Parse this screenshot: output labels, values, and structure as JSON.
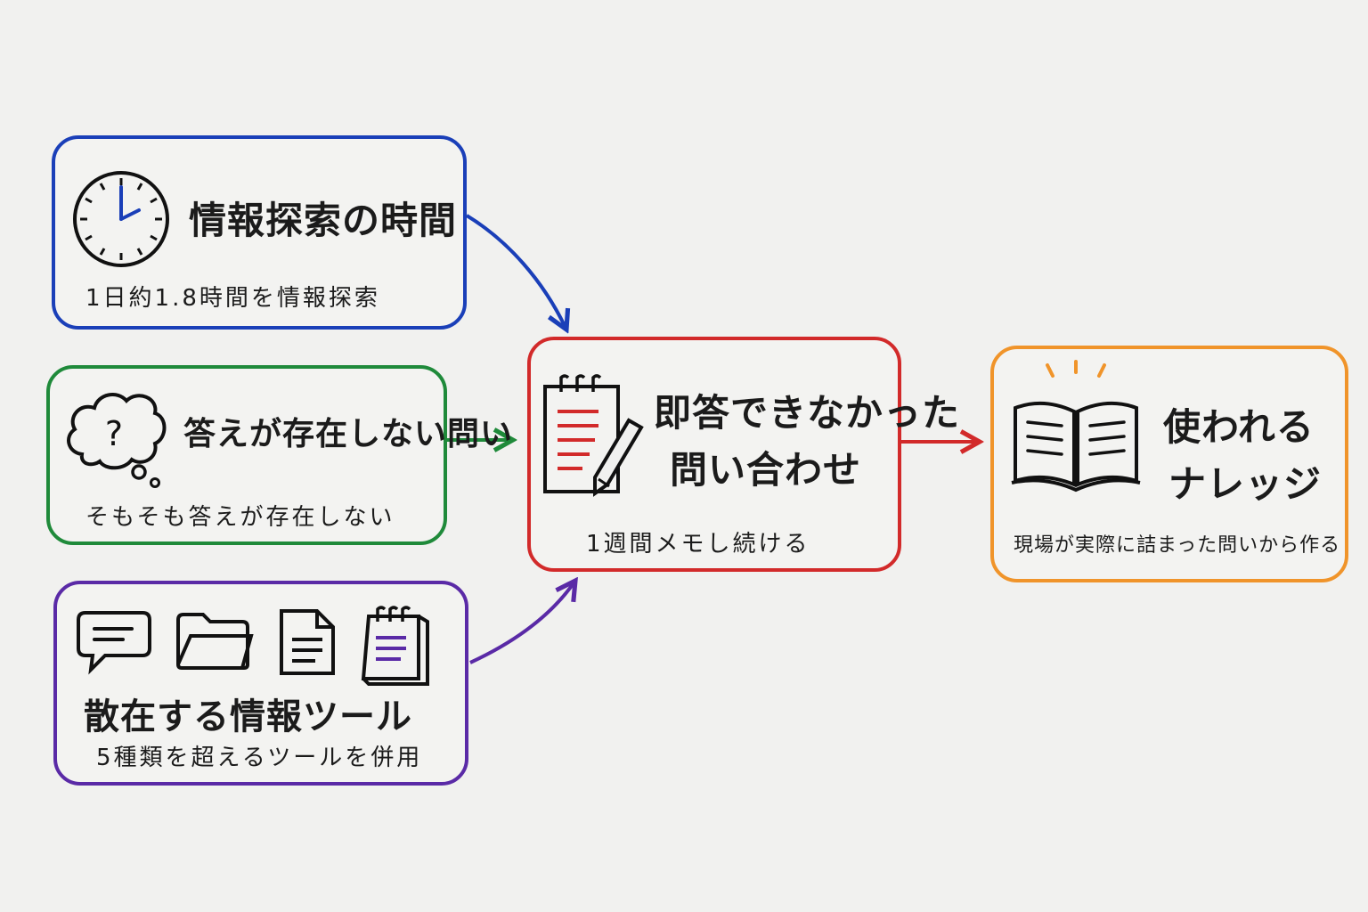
{
  "colors": {
    "blue": "#1a3fb8",
    "green": "#1f8a3a",
    "purple": "#5a2aa6",
    "red": "#d22a2a",
    "orange": "#f0942a"
  },
  "nodes": {
    "search_time": {
      "title": "情報探索の時間",
      "subtitle": "1日約1.8時間を情報探索",
      "icon": "clock-icon"
    },
    "no_answer": {
      "title": "答えが存在しない問い",
      "subtitle": "そもそも答えが存在しない",
      "icon": "thought-cloud-question-icon"
    },
    "scattered_tools": {
      "title": "散在する情報ツール",
      "subtitle": "5種類を超えるツールを併用",
      "icons": [
        "chat-bubble-icon",
        "folder-icon",
        "document-icon",
        "notepad-icon"
      ]
    },
    "unanswered": {
      "title_line1": "即答できなかった",
      "title_line2": "問い合わせ",
      "subtitle": "1週間メモし続ける",
      "icon": "notepad-pen-icon"
    },
    "knowledge": {
      "title_line1": "使われる",
      "title_line2": "ナレッジ",
      "subtitle": "現場が実際に詰まった問いから作る",
      "icon": "open-book-icon"
    }
  }
}
